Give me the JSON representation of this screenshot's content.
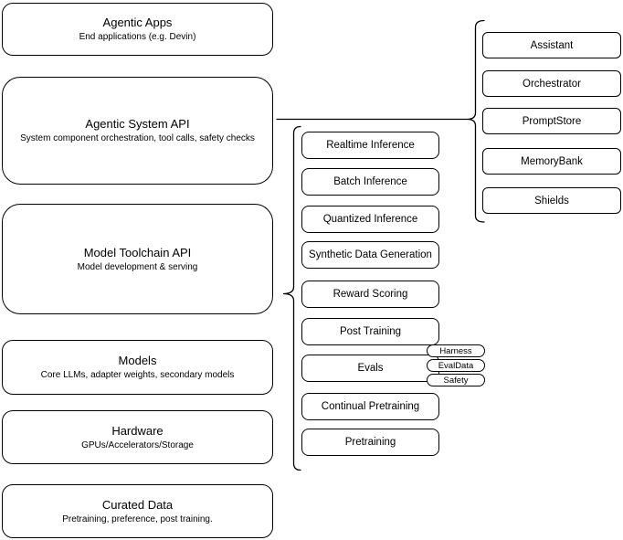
{
  "diagram": {
    "layers": [
      {
        "title": "Agentic Apps",
        "subtitle": "End applications (e.g. Devin)"
      },
      {
        "title": "Agentic System API",
        "subtitle": "System component orchestration, tool calls, safety checks"
      },
      {
        "title": "Model Toolchain API",
        "subtitle": "Model development & serving"
      },
      {
        "title": "Models",
        "subtitle": "Core LLMs, adapter weights, secondary models"
      },
      {
        "title": "Hardware",
        "subtitle": "GPUs/Accelerators/Storage"
      },
      {
        "title": "Curated Data",
        "subtitle": "Pretraining, preference, post training."
      }
    ],
    "toolchain": {
      "items": [
        "Realtime Inference",
        "Batch Inference",
        "Quantized Inference",
        "Synthetic Data Generation",
        "Reward Scoring",
        "Post Training",
        "Evals",
        "Continual Pretraining",
        "Pretraining"
      ]
    },
    "eval_tags": {
      "items": [
        "Harness",
        "EvalData",
        "Safety"
      ]
    },
    "system_components": {
      "items": [
        "Assistant",
        "Orchestrator",
        "PromptStore",
        "MemoryBank",
        "Shields"
      ]
    },
    "colors": {
      "stroke": "#000000",
      "fill": "#ffffff"
    }
  }
}
